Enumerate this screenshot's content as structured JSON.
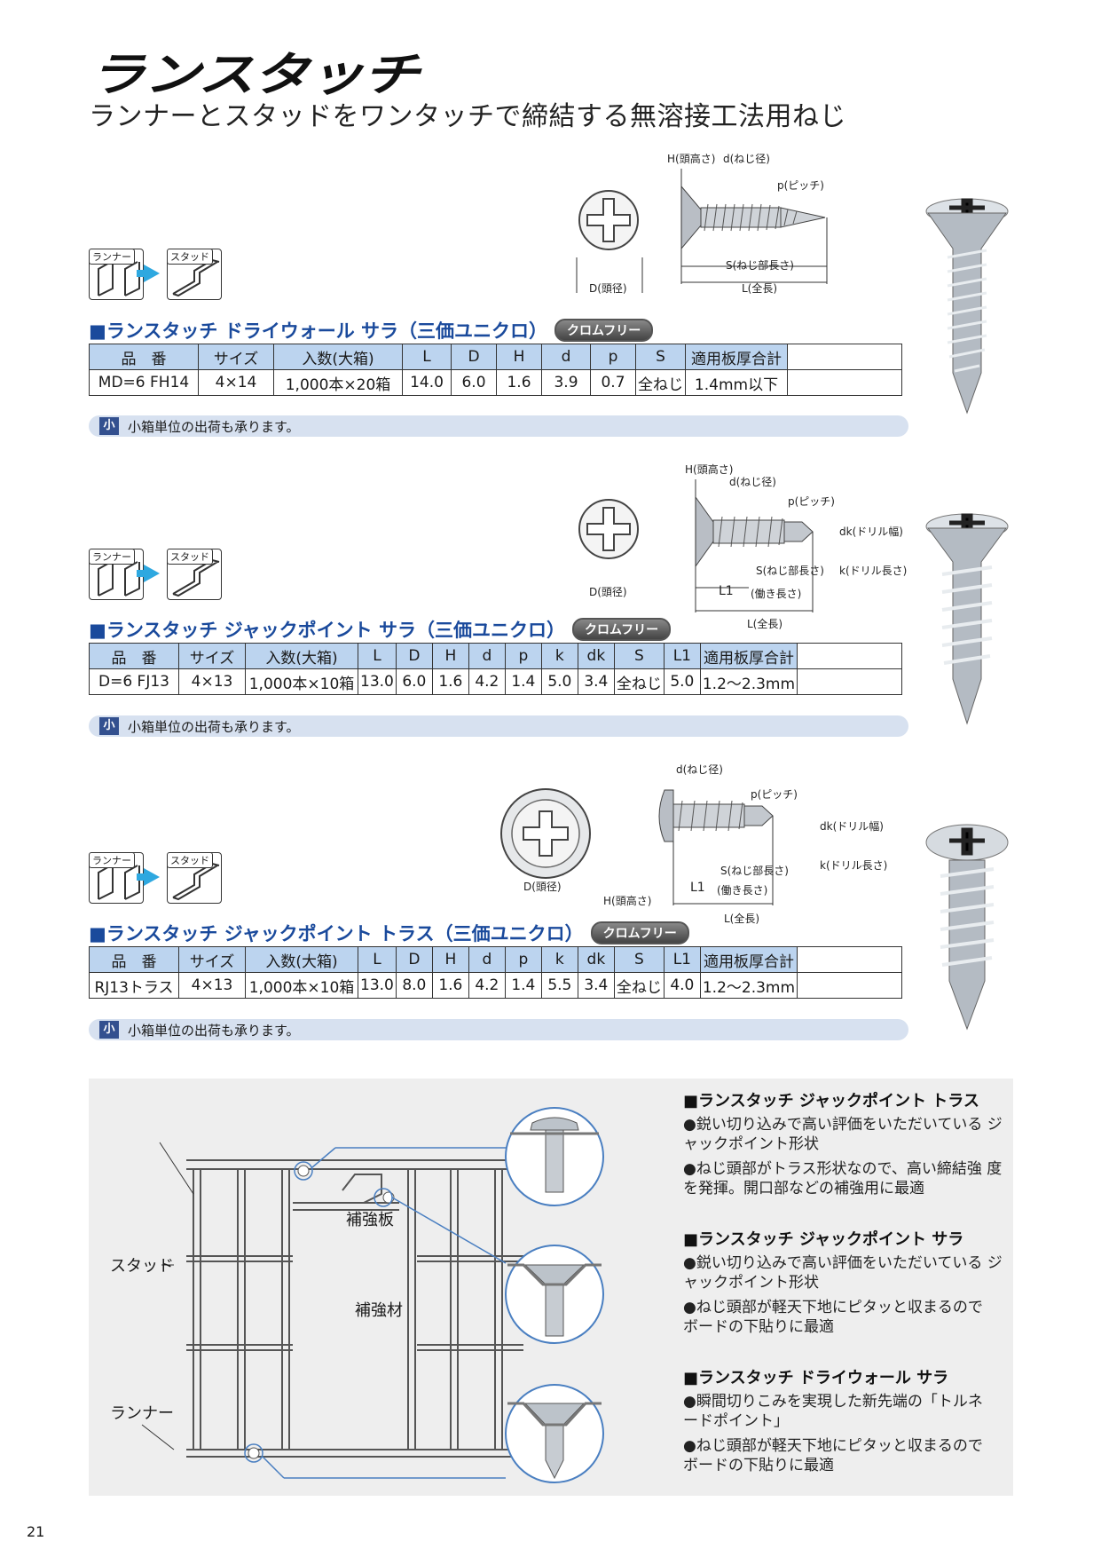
{
  "header": {
    "title": "ランスタッチ",
    "subtitle": "ランナーとスタッドをワンタッチで締結する無溶接工法用ねじ"
  },
  "flow": {
    "from": "ランナー",
    "to": "スタッド"
  },
  "badge": "クロムフリー",
  "sections": [
    {
      "heading": "■ランスタッチ ドライウォール サラ（三価ユニクロ）",
      "headers": [
        "品　番",
        "サイズ",
        "入数(大箱)",
        "L",
        "D",
        "H",
        "d",
        "p",
        "S",
        "適用板厚合計"
      ],
      "row": [
        "MD=6 FH14",
        "4×14",
        "1,000本×20箱",
        "14.0",
        "6.0",
        "1.6",
        "3.9",
        "0.7",
        "全ねじ",
        "1.4mm以下"
      ],
      "note": "小箱単位の出荷も承ります。",
      "dims": {
        "h": "H(頭高さ)",
        "d": "d(ねじ径)",
        "p": "p(ピッチ)",
        "s": "S(ねじ部長さ)",
        "l": "L(全長)",
        "dd": "D(頭径)"
      }
    },
    {
      "heading": "■ランスタッチ ジャックポイント サラ（三価ユニクロ）",
      "headers": [
        "品　番",
        "サイズ",
        "入数(大箱)",
        "L",
        "D",
        "H",
        "d",
        "p",
        "k",
        "dk",
        "S",
        "L1",
        "適用板厚合計"
      ],
      "row": [
        "D=6 FJ13",
        "4×13",
        "1,000本×10箱",
        "13.0",
        "6.0",
        "1.6",
        "4.2",
        "1.4",
        "5.0",
        "3.4",
        "全ねじ",
        "5.0",
        "1.2〜2.3mm"
      ],
      "note": "小箱単位の出荷も承ります。",
      "dims": {
        "h": "H(頭高さ)",
        "d": "d(ねじ径)",
        "p": "p(ピッチ)",
        "dk": "dk(ドリル幅)",
        "s": "S(ねじ部長さ)",
        "k": "k(ドリル長さ)",
        "l1": "L1",
        "l1b": "(働き長さ)",
        "l": "L(全長)",
        "dd": "D(頭径)"
      }
    },
    {
      "heading": "■ランスタッチ ジャックポイント トラス（三価ユニクロ）",
      "headers": [
        "品　番",
        "サイズ",
        "入数(大箱)",
        "L",
        "D",
        "H",
        "d",
        "p",
        "k",
        "dk",
        "S",
        "L1",
        "適用板厚合計"
      ],
      "row": [
        "RJ13トラス",
        "4×13",
        "1,000本×10箱",
        "13.0",
        "8.0",
        "1.6",
        "4.2",
        "1.4",
        "5.5",
        "3.4",
        "全ねじ",
        "4.0",
        "1.2〜2.3mm"
      ],
      "note": "小箱単位の出荷も承ります。",
      "dims": {
        "h": "H(頭高さ)",
        "d": "d(ねじ径)",
        "p": "p(ピッチ)",
        "dk": "dk(ドリル幅)",
        "s": "S(ねじ部長さ)",
        "k": "k(ドリル長さ)",
        "l1": "L1",
        "l1b": "(働き長さ)",
        "l": "L(全長)",
        "dd": "D(頭径)"
      }
    }
  ],
  "note_tag": "小",
  "diagram": {
    "stud": "スタッド",
    "runner": "ランナー",
    "plate": "補強板",
    "member": "補強材"
  },
  "features": [
    {
      "heading": "■ランスタッチ ジャックポイント トラス",
      "bullets": [
        "●鋭い切り込みで高い評価をいただいている ジャックポイント形状",
        "●ねじ頭部がトラス形状なので、高い締結強 度を発揮。開口部などの補強用に最適"
      ]
    },
    {
      "heading": "■ランスタッチ ジャックポイント サラ",
      "bullets": [
        "●鋭い切り込みで高い評価をいただいている ジャックポイント形状",
        "●ねじ頭部が軽天下地にピタッと収まるので ボードの下貼りに最適"
      ]
    },
    {
      "heading": "■ランスタッチ ドライウォール サラ",
      "bullets": [
        "●瞬間切りこみを実現した新先端の「トルネ ードポイント」",
        "●ねじ頭部が軽天下地にピタッと収まるので ボードの下貼りに最適"
      ]
    }
  ],
  "page_number": "21"
}
